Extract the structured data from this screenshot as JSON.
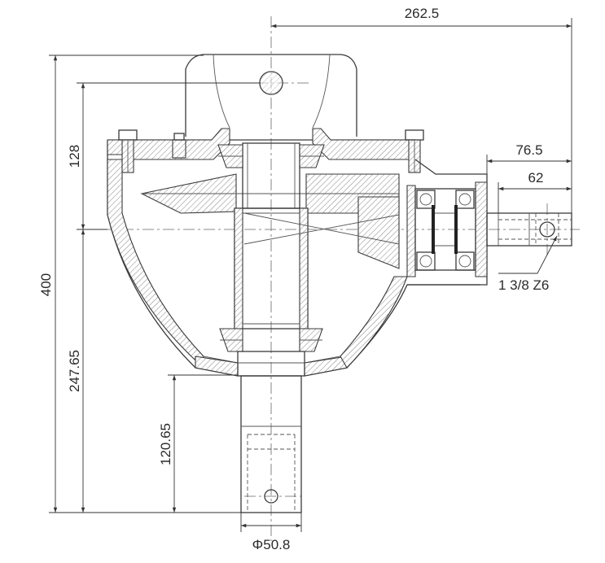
{
  "dimensions": {
    "overall_width": "262.5",
    "shaft_offset": "76.5",
    "shaft_length": "62",
    "top_height": "128",
    "total_height": "400",
    "lower_height": "247.65",
    "output_shaft_length": "120.65",
    "shaft_diameter": "Φ50.8",
    "spline_spec": "1 3/8 Z6"
  },
  "colors": {
    "line": "#3a3a3a",
    "hatch": "#777777",
    "text": "#2a2a2a",
    "background": "#ffffff"
  }
}
